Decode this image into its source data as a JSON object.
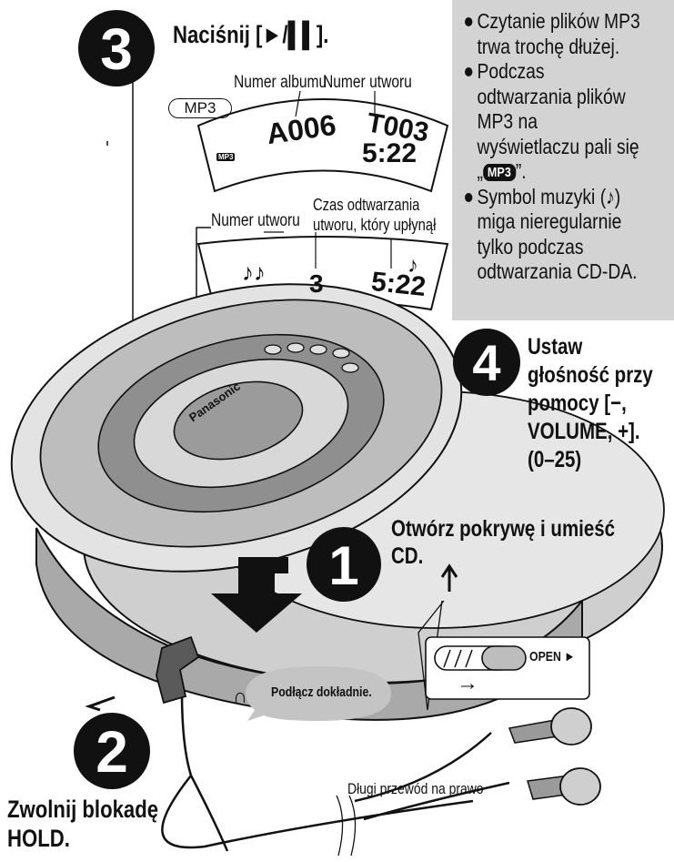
{
  "step3": {
    "number": "3",
    "title": "Naciśnij [►/▌▌]."
  },
  "display_mp3": {
    "label_album": "Numer albumu",
    "label_track": "Numer utworu",
    "mode_tag": "MP3",
    "lcd_badge": "MP3",
    "album": "A006",
    "track": "T003",
    "time": "5:22"
  },
  "display_cdda": {
    "label_track": "Numer utworu",
    "label_elapsed_line1": "Czas odtwarzania",
    "label_elapsed_line2": "utworu, który upłynął",
    "music_symbols": "♪♪",
    "music_symbol_time": "♪",
    "track": "3",
    "time": "5:22"
  },
  "notes": {
    "item1": "Czytanie plików MP3 trwa trochę dłużej.",
    "item2_text": "Podczas odtwarzania plików MP3 na wyświetlaczu pali się „",
    "item2_badge": "MP3",
    "item2_end": "”.",
    "item3": "Symbol muzyki (♪) miga nieregularnie tylko podczas odtwarzania CD-DA."
  },
  "step4": {
    "number": "4",
    "lines": [
      "Ustaw",
      "głośność przy",
      "pomocy [−,",
      "VOLUME, +].",
      "(0–25)"
    ]
  },
  "step1": {
    "number": "1",
    "line1": "Otwórz pokrywę i umieść",
    "line2": "CD."
  },
  "open_switch": {
    "label": "OPEN ►",
    "arrow": "→"
  },
  "step2": {
    "number": "2",
    "line1": "Zwolnij blokadę",
    "line2": "HOLD."
  },
  "headphones": {
    "callout": "Podłącz dokładnie.",
    "icon": "∩",
    "cord_label": "Długi przewód na prawo"
  },
  "brand": "Panasonic",
  "colors": {
    "body_light": "#e8e8e8",
    "body_mid": "#bdbdbd",
    "body_dark": "#8c8c8c",
    "note_bg": "#d3d3d3"
  }
}
